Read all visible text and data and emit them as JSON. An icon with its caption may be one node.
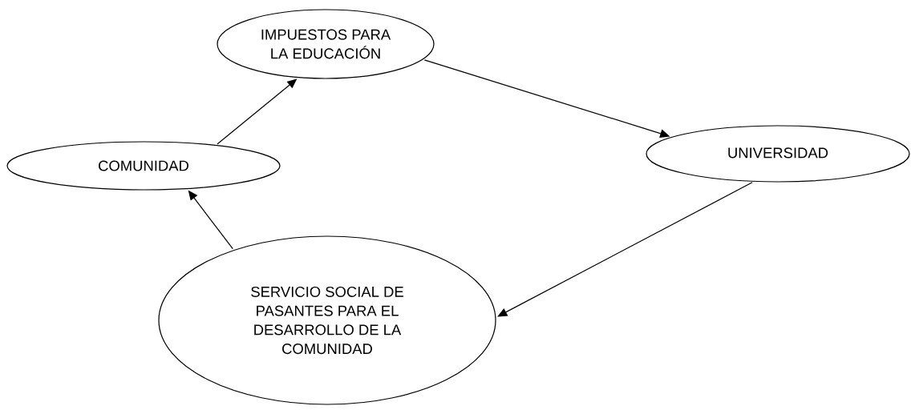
{
  "diagram": {
    "nodes": [
      {
        "text": [
          "IMPUESTOS PARA LA EDUCACIÓN"
        ]
      },
      {
        "text": [
          "COMUNIDAD"
        ]
      },
      {
        "text": [
          "UNIVERSIDAD"
        ]
      },
      {
        "text": [
          "SERVICIO SOCIAL DE PASANTES PARA EL DESARROLLO DE LA COMUNIDAD"
        ]
      }
    ],
    "edges": [
      {
        "from": 1,
        "to": 0,
        "arrow": "to"
      },
      {
        "from": 0,
        "to": 2,
        "arrow": "to"
      },
      {
        "from": 2,
        "to": 3,
        "arrow": "to"
      },
      {
        "from": 3,
        "to": 1,
        "arrow": "to"
      }
    ]
  }
}
